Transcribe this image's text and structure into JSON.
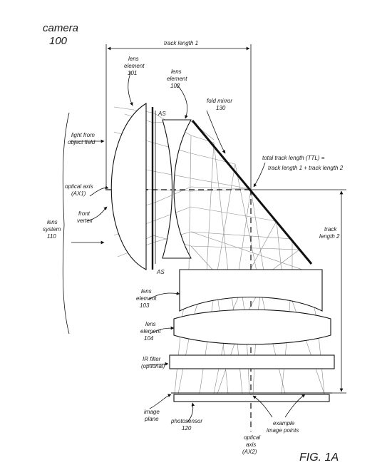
{
  "title": {
    "line1": "camera",
    "line2": "100"
  },
  "figure_label": "FIG. 1A",
  "labels": {
    "track_length_1": "track length 1",
    "lens101_l1": "lens",
    "lens101_l2": "element",
    "lens101_l3": "101",
    "lens102_l1": "lens",
    "lens102_l2": "element",
    "lens102_l3": "102",
    "fold_mirror_l1": "fold mirror",
    "fold_mirror_l2": "130",
    "as_top": "AS",
    "as_bottom": "AS",
    "light_l1": "light from",
    "light_l2": "object field",
    "ttl_l1": "total track length (TTL) =",
    "ttl_l2": "track length 1 + track length 2",
    "optical_axis1_l1": "optical  axis",
    "optical_axis1_l2": "(AX1)",
    "front_l1": "front",
    "front_l2": "vertex",
    "lens_system_l1": "lens",
    "lens_system_l2": "system",
    "lens_system_l3": "110",
    "track2_l1": "track",
    "track2_l2": "length 2",
    "lens103_l1": "lens",
    "lens103_l2": "element",
    "lens103_l3": "103",
    "lens104_l1": "lens",
    "lens104_l2": "element",
    "lens104_l3": "104",
    "ir_l1": "IR filter",
    "ir_l2": "(optional)",
    "image_plane_l1": "image",
    "image_plane_l2": "plane",
    "photosensor_l1": "photosensor",
    "photosensor_l2": "120",
    "example_l1": "example",
    "example_l2": "image points",
    "optical_axis2_l1": "optical",
    "optical_axis2_l2": "axis",
    "optical_axis2_l3": "(AX2)"
  }
}
